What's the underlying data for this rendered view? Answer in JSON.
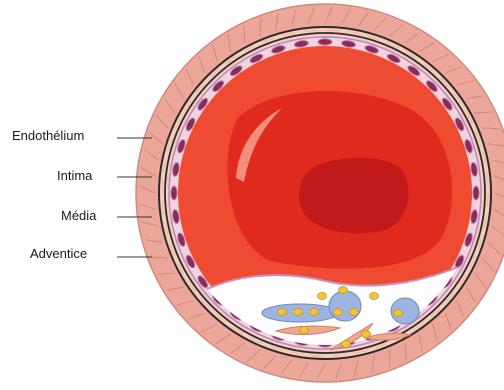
{
  "labels": {
    "endothelium": "Endothélium",
    "intima": "Intima",
    "media": "Média",
    "adventice": "Adventice"
  },
  "colors": {
    "adventitia": "#eda79a",
    "adventitia_line": "#c88478",
    "media": "#f6cdbd",
    "outline": "#2b2b2b",
    "intima": "#c98fbf",
    "endothelial_cells": "#8e2c4b",
    "lumen_outer": "#ef4b32",
    "lumen_middle": "#e02a1d",
    "lumen_core": "#c21a1a",
    "plaque_bg": "#ffffff",
    "macrophage": "#9db3e0",
    "lipid": "#f2c43a",
    "smooth_muscle": "#f0a78f"
  }
}
